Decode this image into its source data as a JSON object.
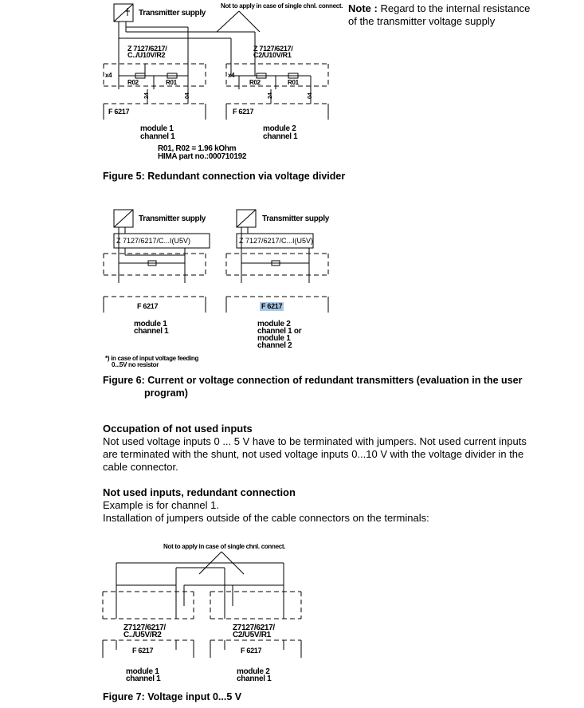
{
  "fig5": {
    "transmitter_label": "Transmitter supply",
    "not_apply_label": "Not to apply in case of single chnl. connect.",
    "note_bold": "Note :",
    "note_line1": "Regard to the internal resistance",
    "note_line2": "of the transmitter voltage supply",
    "left_part_line1": "Z 7127/6217/",
    "left_part_line2": "C../U10V/R2",
    "right_part_line1": "Z 7127/6217/",
    "right_part_line2": "C2/U10V/R1",
    "x4": "x4",
    "r02": "R02",
    "r01": "R01",
    "pin_left": "24",
    "pin_right": "04",
    "module_label": "F 6217",
    "module1_line1": "module 1",
    "module1_line2": "channel 1",
    "module2_line1": "module 2",
    "module2_line2": "channel 1",
    "resistor_note": "R01, R02 = 1.96 kOhm",
    "part_no": "HIMA part no.:000710192",
    "caption": "Figure 5: Redundant connection via voltage divider"
  },
  "fig6": {
    "transmitter_label": "Transmitter supply",
    "part_label": "Z 7127/6217/C...I(U5V)",
    "module_label": "F 6217",
    "module1_line1": "module 1",
    "module1_line2": "channel 1",
    "module2_line1": "module 2",
    "module2_line2": "channel 1 or",
    "module2_line3": "module 1",
    "module2_line4": "channel 2",
    "footnote_line1": "*) in case of input voltage feeding",
    "footnote_line2": "0...5V no resistor",
    "caption_line1": "Figure 6: Current or voltage connection of redundant transmitters (evaluation in the user",
    "caption_line2": "program)"
  },
  "section1": {
    "heading": "Occupation of not used inputs",
    "line1": "Not used voltage inputs 0 ... 5 V have to be terminated with jumpers. Not used current inputs",
    "line2": "are terminated with the shunt, not used voltage inputs 0...10 V with the voltage divider in the",
    "line3": "cable connector."
  },
  "section2": {
    "heading": "Not used inputs, redundant connection",
    "line1": "Example is for channel 1.",
    "line2": "Installation of jumpers outside of the cable connectors on the terminals:"
  },
  "fig7": {
    "not_apply_label": "Not to apply in case of single chnl. connect.",
    "left_part_line1": "Z7127/6217/",
    "left_part_line2": "C../U5V/R2",
    "right_part_line1": "Z7127/6217/",
    "right_part_line2": "C2/U5V/R1",
    "module_label": "F 6217",
    "module1_line1": "module 1",
    "module1_line2": "channel 1",
    "module2_line1": "module 2",
    "module2_line2": "channel 1",
    "caption": "Figure 7: Voltage input 0...5 V"
  }
}
